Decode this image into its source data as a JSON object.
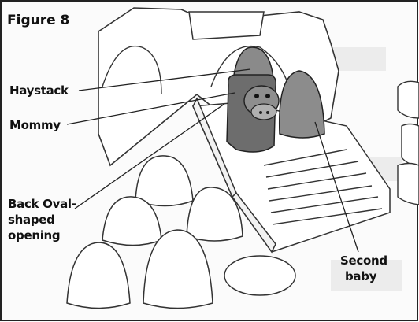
{
  "figure": {
    "title": "Figure 8",
    "labels": {
      "haystack": "Haystack",
      "mommy": "Mommy",
      "back_opening_line1": "Back Oval-",
      "back_opening_line2": "shaped",
      "back_opening_line3": "opening",
      "second_baby_line1": "Second",
      "second_baby_line2": "baby"
    }
  }
}
